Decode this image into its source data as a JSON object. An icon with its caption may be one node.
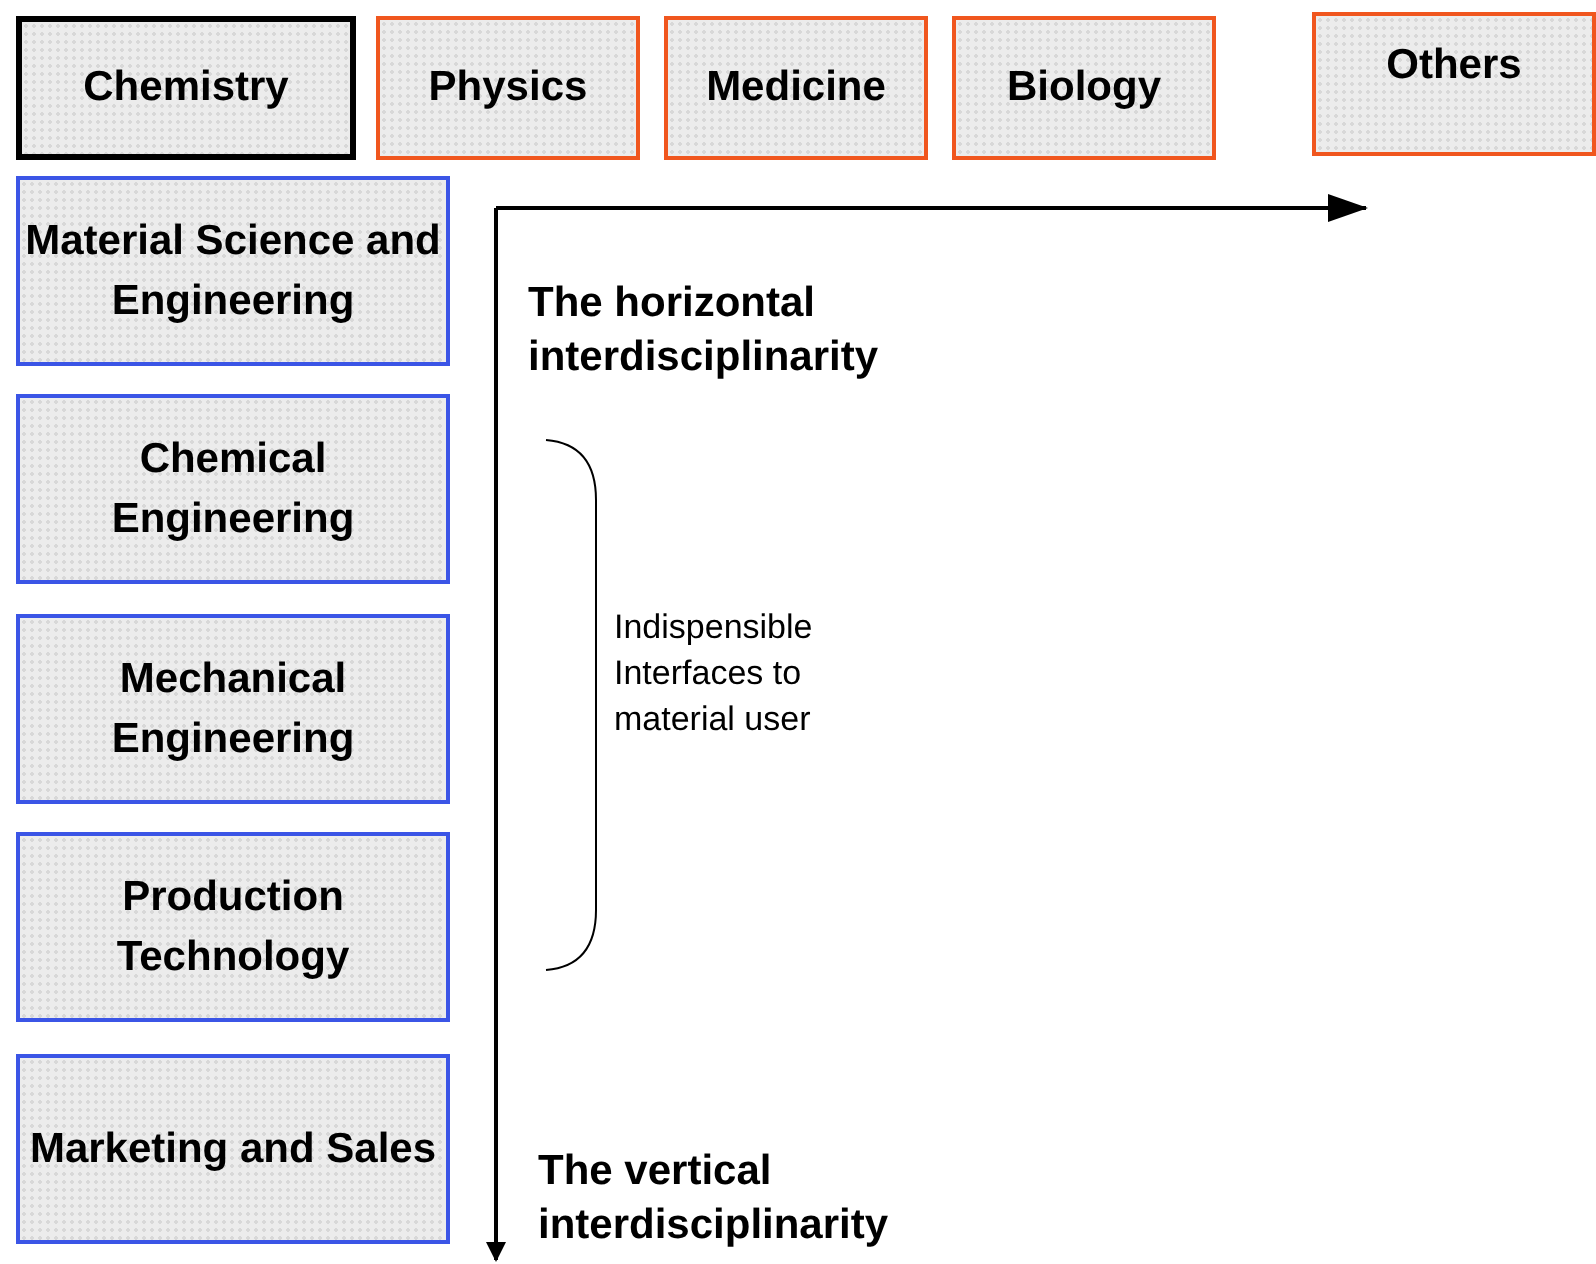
{
  "diagram": {
    "nodes": [
      {
        "text": [
          "Chemistry"
        ]
      },
      {
        "text": [
          "Physics"
        ]
      },
      {
        "text": [
          "Medicine"
        ]
      },
      {
        "text": [
          "Biology"
        ]
      },
      {
        "text": [
          "Others"
        ]
      },
      {
        "text": [
          "Material Science and Engineering"
        ]
      },
      {
        "text": [
          "Chemical Engineering"
        ]
      },
      {
        "text": [
          "Mechanical Engineering"
        ]
      },
      {
        "text": [
          "Production Technology"
        ]
      },
      {
        "text": [
          "Marketing and Sales"
        ]
      }
    ],
    "labels": [
      "The horizontal interdisciplinarity",
      "Indispensible Interfaces to material user",
      "The vertical interdisciplinarity"
    ]
  }
}
